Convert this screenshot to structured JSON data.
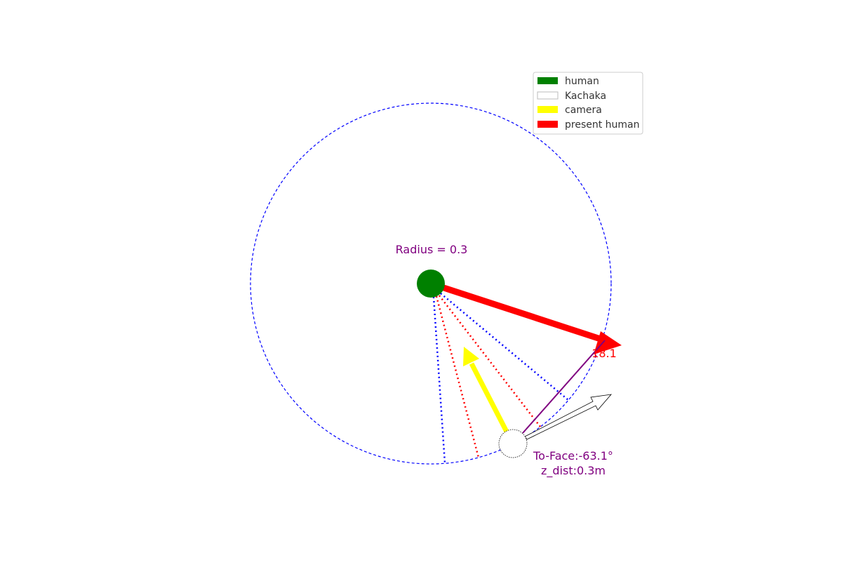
{
  "legend": {
    "items": [
      {
        "label": "human",
        "color": "#008000"
      },
      {
        "label": "Kachaka",
        "color": "#ffffff"
      },
      {
        "label": "camera",
        "color": "#ffff00"
      },
      {
        "label": "present human",
        "color": "#ff0000"
      }
    ]
  },
  "labels": {
    "radius": "Radius = 0.3",
    "present_value": "18.1",
    "to_face": "To-Face:-63.1°",
    "z_dist": "z_dist:0.3m"
  },
  "colors": {
    "circle": "#0000ff",
    "human": "#008000",
    "present_human": "#ff0000",
    "camera": "#ffff00",
    "robot_edge": "#000000",
    "annotation": "#800080",
    "fov_outer": "#0000ff",
    "fov_inner": "#ff0000"
  }
}
